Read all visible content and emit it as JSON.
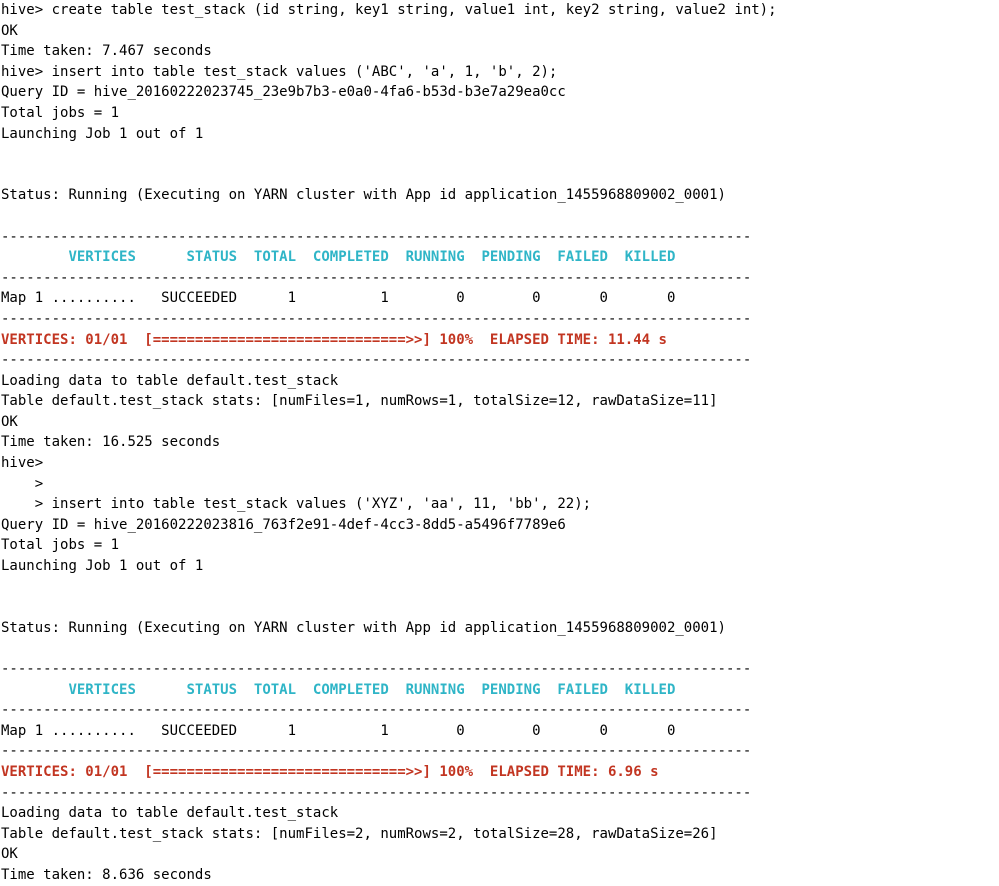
{
  "terminal": {
    "lines": [
      {
        "type": "text",
        "text": "hive> create table test_stack (id string, key1 string, value1 int, key2 string, value2 int);"
      },
      {
        "type": "text",
        "text": "OK"
      },
      {
        "type": "text",
        "text": "Time taken: 7.467 seconds"
      },
      {
        "type": "text",
        "text": "hive> insert into table test_stack values ('ABC', 'a', 1, 'b', 2);"
      },
      {
        "type": "text",
        "text": "Query ID = hive_20160222023745_23e9b7b3-e0a0-4fa6-b53d-b3e7a29ea0cc"
      },
      {
        "type": "text",
        "text": "Total jobs = 1"
      },
      {
        "type": "text",
        "text": "Launching Job 1 out of 1"
      },
      {
        "type": "blank",
        "text": ""
      },
      {
        "type": "blank",
        "text": ""
      },
      {
        "type": "text",
        "text": "Status: Running (Executing on YARN cluster with App id application_1455968809002_0001)"
      },
      {
        "type": "blank",
        "text": ""
      },
      {
        "type": "sep",
        "text": "-----------------------------------------------------------------------------------------"
      },
      {
        "type": "header",
        "text": "        VERTICES      STATUS  TOTAL  COMPLETED  RUNNING  PENDING  FAILED  KILLED"
      },
      {
        "type": "sep",
        "text": "-----------------------------------------------------------------------------------------"
      },
      {
        "type": "text",
        "text": "Map 1 ..........   SUCCEEDED      1          1        0        0       0       0"
      },
      {
        "type": "sep",
        "text": "-----------------------------------------------------------------------------------------"
      },
      {
        "type": "bar",
        "text": "VERTICES: 01/01  [==============================>>] 100%  ELAPSED TIME: 11.44 s"
      },
      {
        "type": "sep",
        "text": "-----------------------------------------------------------------------------------------"
      },
      {
        "type": "text",
        "text": "Loading data to table default.test_stack"
      },
      {
        "type": "text",
        "text": "Table default.test_stack stats: [numFiles=1, numRows=1, totalSize=12, rawDataSize=11]"
      },
      {
        "type": "text",
        "text": "OK"
      },
      {
        "type": "text",
        "text": "Time taken: 16.525 seconds"
      },
      {
        "type": "text",
        "text": "hive>"
      },
      {
        "type": "text",
        "text": "    >"
      },
      {
        "type": "text",
        "text": "    > insert into table test_stack values ('XYZ', 'aa', 11, 'bb', 22);"
      },
      {
        "type": "text",
        "text": "Query ID = hive_20160222023816_763f2e91-4def-4cc3-8dd5-a5496f7789e6"
      },
      {
        "type": "text",
        "text": "Total jobs = 1"
      },
      {
        "type": "text",
        "text": "Launching Job 1 out of 1"
      },
      {
        "type": "blank",
        "text": ""
      },
      {
        "type": "blank",
        "text": ""
      },
      {
        "type": "text",
        "text": "Status: Running (Executing on YARN cluster with App id application_1455968809002_0001)"
      },
      {
        "type": "blank",
        "text": ""
      },
      {
        "type": "sep",
        "text": "-----------------------------------------------------------------------------------------"
      },
      {
        "type": "header",
        "text": "        VERTICES      STATUS  TOTAL  COMPLETED  RUNNING  PENDING  FAILED  KILLED"
      },
      {
        "type": "sep",
        "text": "-----------------------------------------------------------------------------------------"
      },
      {
        "type": "text",
        "text": "Map 1 ..........   SUCCEEDED      1          1        0        0       0       0"
      },
      {
        "type": "sep",
        "text": "-----------------------------------------------------------------------------------------"
      },
      {
        "type": "bar",
        "text": "VERTICES: 01/01  [==============================>>] 100%  ELAPSED TIME: 6.96 s"
      },
      {
        "type": "sep",
        "text": "-----------------------------------------------------------------------------------------"
      },
      {
        "type": "text",
        "text": "Loading data to table default.test_stack"
      },
      {
        "type": "text",
        "text": "Table default.test_stack stats: [numFiles=2, numRows=2, totalSize=28, rawDataSize=26]"
      },
      {
        "type": "text",
        "text": "OK"
      },
      {
        "type": "text",
        "text": "Time taken: 8.636 seconds"
      }
    ]
  },
  "colors": {
    "header": "#2fb5c7",
    "progress": "#c23521",
    "text": "#000000",
    "background": "#ffffff"
  }
}
